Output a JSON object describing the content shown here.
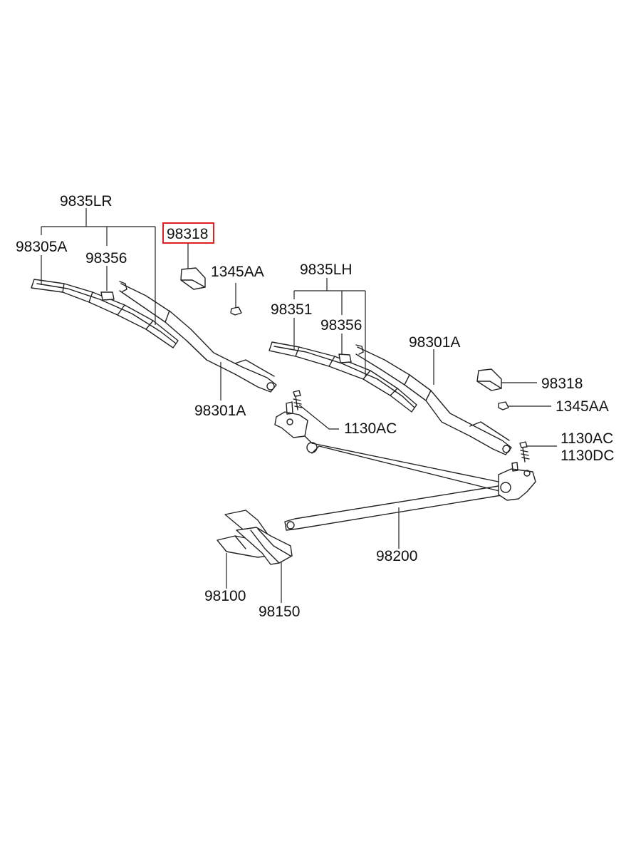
{
  "labels": {
    "set_rh": "9835LR",
    "blade_rh": "98305A",
    "insert_rh": "98356",
    "cap_highlighted": "98318",
    "nut_rh": "1345AA",
    "set_lh": "9835LH",
    "blade_lh": "98351",
    "insert_lh": "98356",
    "arm_lh": "98301A",
    "cap_lh": "98318",
    "nut_lh": "1345AA",
    "arm_rh": "98301A",
    "bolt_pivot_rh": "1130AC",
    "bolt_pivot_lh_a": "1130AC",
    "bolt_pivot_lh_b": "1130DC",
    "linkage": "98200",
    "motor": "98100",
    "bracket": "98150"
  },
  "highlight": {
    "color": "#e02020",
    "target": "cap_highlighted"
  }
}
